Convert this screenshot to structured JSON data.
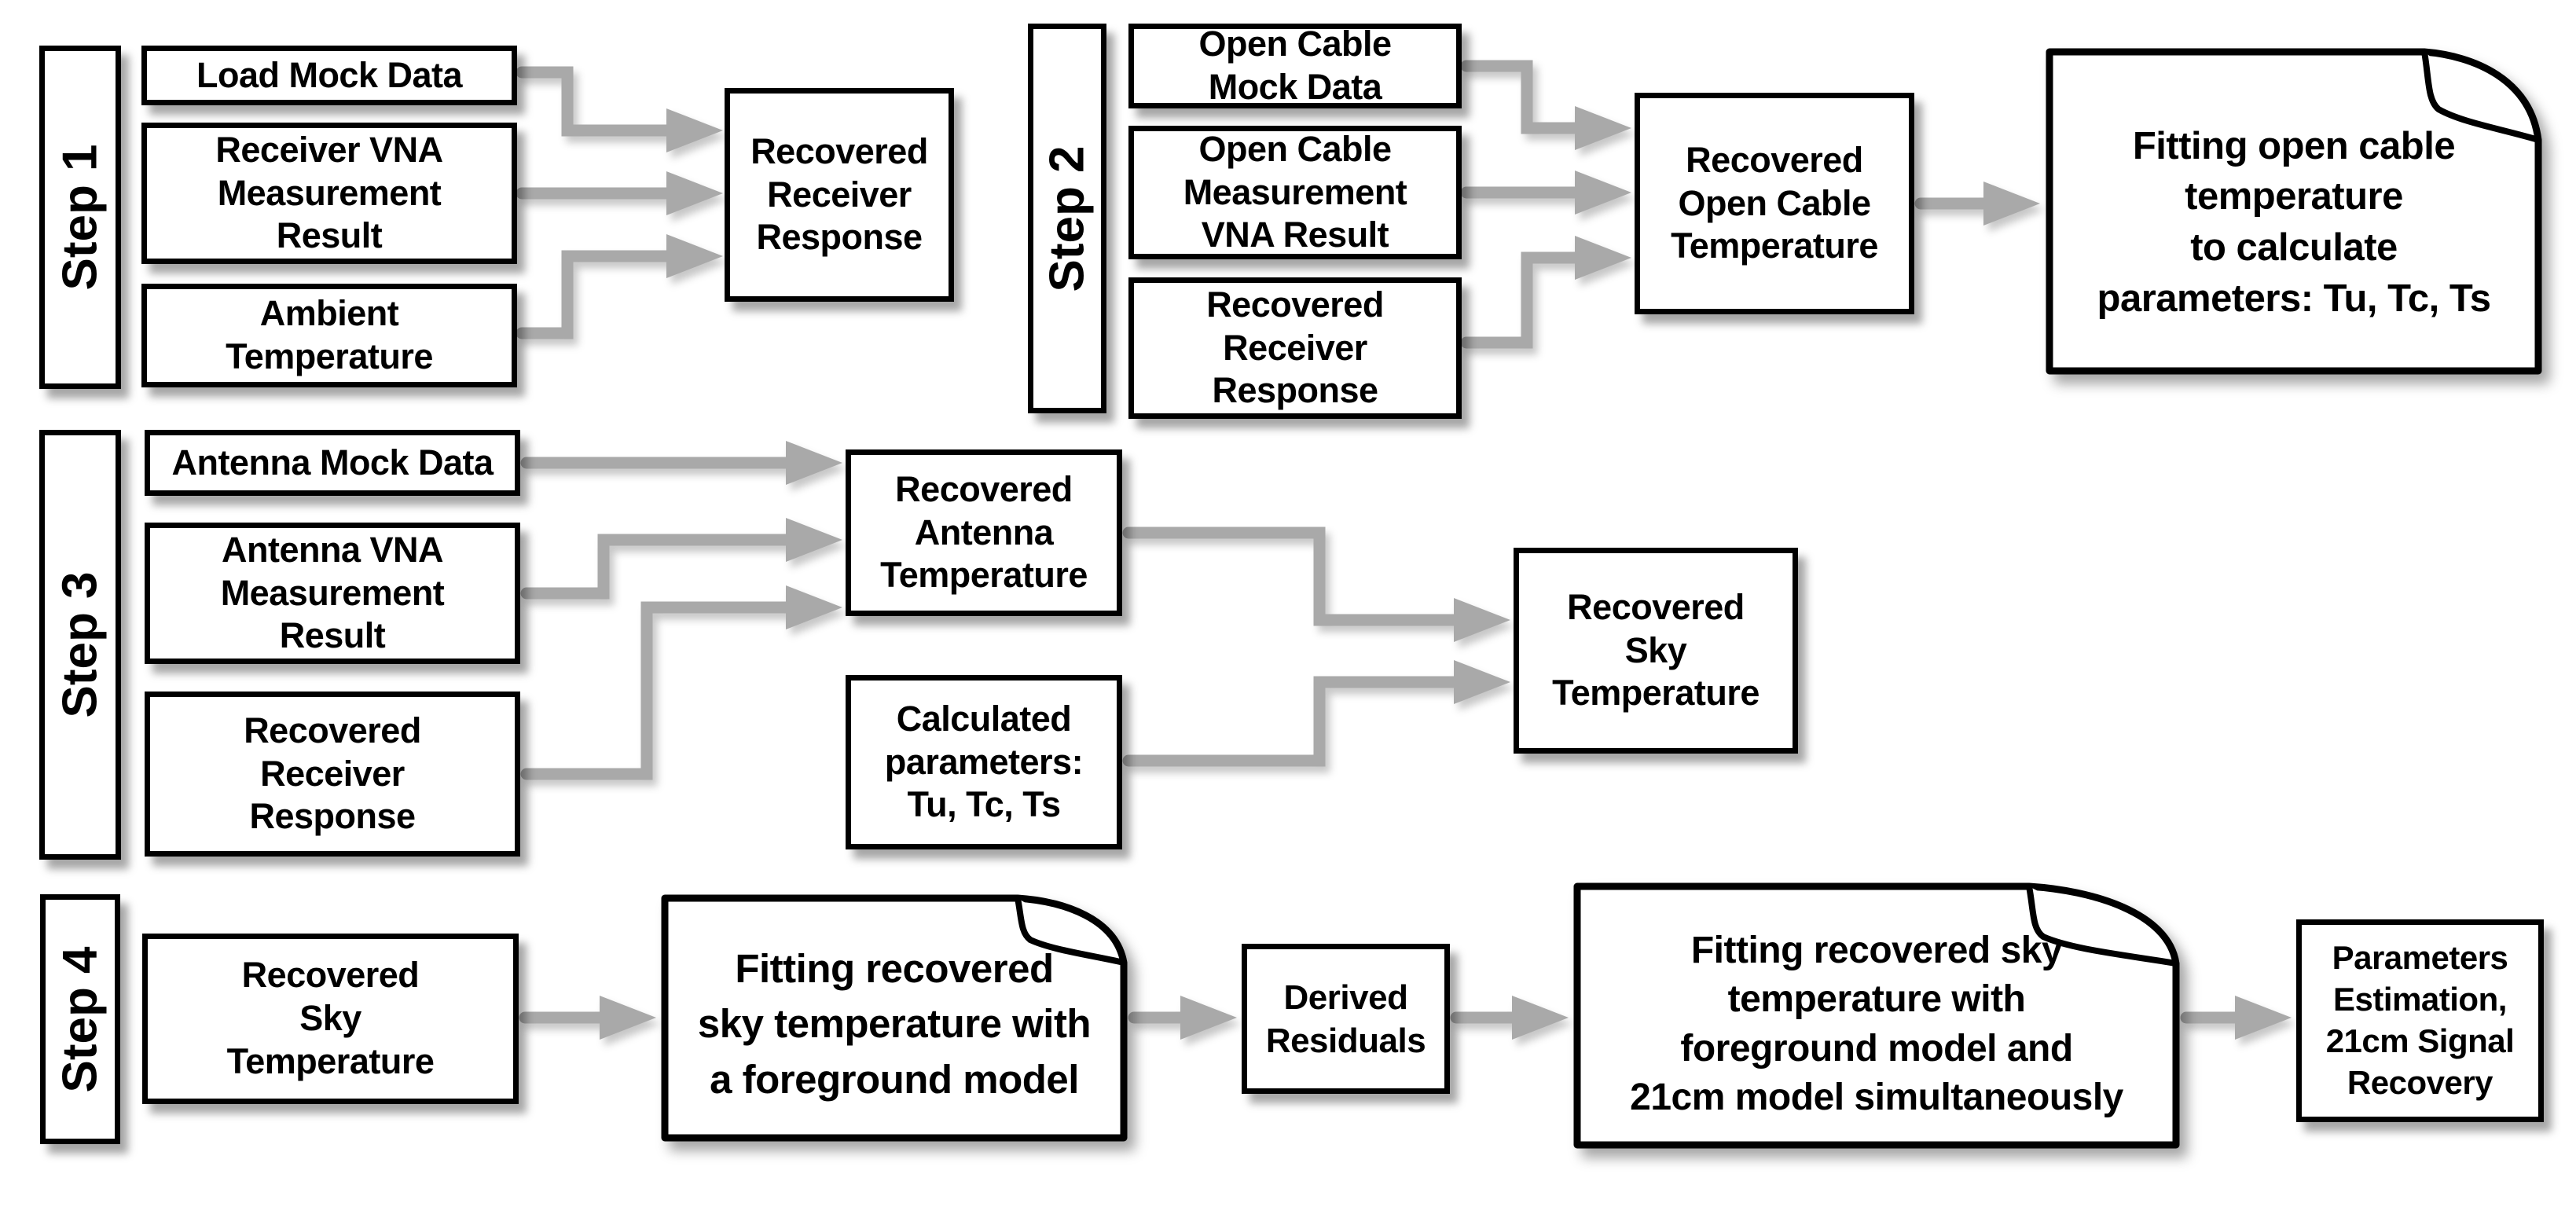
{
  "colors": {
    "background": "#ffffff",
    "box_fill": "#ffffff",
    "box_border": "#000000",
    "text": "#000000",
    "arrow": "#a9a9a9"
  },
  "steps": [
    {
      "label": "Step 1"
    },
    {
      "label": "Step 2"
    },
    {
      "label": "Step 3"
    },
    {
      "label": "Step 4"
    }
  ],
  "boxes": {
    "load_mock_data": "Load Mock Data",
    "receiver_vna": "Receiver VNA\nMeasurement\nResult",
    "ambient_temperature": "Ambient\nTemperature",
    "recovered_receiver_response_1": "Recovered\nReceiver\nResponse",
    "open_cable_mock_data": "Open Cable\nMock Data",
    "open_cable_vna": "Open Cable\nMeasurement\nVNA Result",
    "recovered_receiver_response_2": "Recovered\nReceiver\nResponse",
    "recovered_open_cable_temperature": "Recovered\nOpen Cable\nTemperature",
    "antenna_mock_data": "Antenna Mock Data",
    "antenna_vna": "Antenna VNA\nMeasurement\nResult",
    "recovered_receiver_response_3": "Recovered\nReceiver\nResponse",
    "recovered_antenna_temperature": "Recovered\nAntenna\nTemperature",
    "calculated_parameters": "Calculated\nparameters:\nTu, Tc, Ts",
    "recovered_sky_temperature": "Recovered\nSky\nTemperature",
    "recovered_sky_temperature_4": "Recovered\nSky\nTemperature",
    "derived_residuals": "Derived\nResiduals",
    "parameters_estimation": "Parameters\nEstimation,\n21cm Signal\nRecovery"
  },
  "documents": {
    "fitting_open_cable": "Fitting open cable\ntemperature\nto calculate\nparameters: Tu, Tc, Ts",
    "fitting_foreground": "Fitting recovered\nsky temperature with\na foreground model",
    "fitting_simultaneous": "Fitting recovered sky\ntemperature with\nforeground model and\n21cm model simultaneously"
  }
}
